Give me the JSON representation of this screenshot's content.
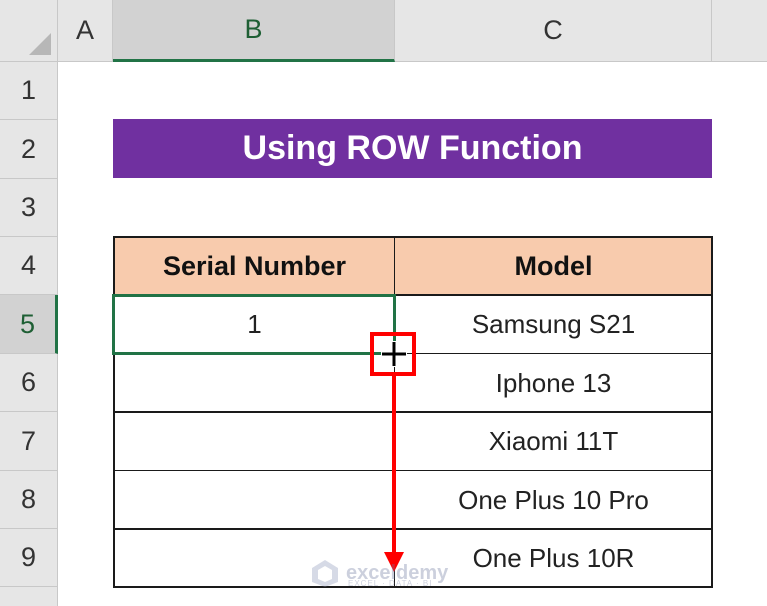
{
  "columns": [
    "A",
    "B",
    "C"
  ],
  "rows": [
    "1",
    "2",
    "3",
    "4",
    "5",
    "6",
    "7",
    "8",
    "9"
  ],
  "selected_column": "B",
  "selected_row": "5",
  "banner": {
    "text": "Using ROW Function",
    "color": "#7030a0"
  },
  "table": {
    "headers": [
      "Serial Number",
      "Model"
    ],
    "header_color": "#f8cbad",
    "rows": [
      {
        "serial": "1",
        "model": "Samsung S21"
      },
      {
        "serial": "",
        "model": "Iphone 13"
      },
      {
        "serial": "",
        "model": "Xiaomi 11T"
      },
      {
        "serial": "",
        "model": "One Plus 10 Pro"
      },
      {
        "serial": "",
        "model": "One Plus 10R"
      }
    ]
  },
  "fill_handle": {
    "icon": "crosshair-plus-icon",
    "highlight_color": "#ff0000"
  },
  "watermark": {
    "name": "exceldemy",
    "tagline": "EXCEL · DATA · BI"
  }
}
